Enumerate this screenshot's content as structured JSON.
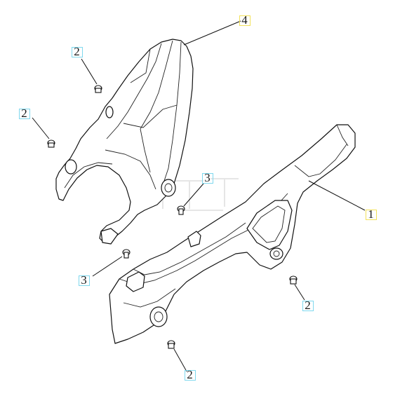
{
  "diagram": {
    "colors": {
      "line": "#111111",
      "callout_box_cyan": "#7fd8ee",
      "callout_box_yellow": "#f2e15a",
      "background": "#ffffff"
    },
    "callouts": [
      {
        "id": "c4",
        "label": "4",
        "box": "yellow"
      },
      {
        "id": "c1",
        "label": "1",
        "box": "yellow"
      },
      {
        "id": "c2a",
        "label": "2",
        "box": "cyan"
      },
      {
        "id": "c2b",
        "label": "2",
        "box": "cyan"
      },
      {
        "id": "c3a",
        "label": "3",
        "box": "cyan"
      },
      {
        "id": "c3b",
        "label": "3",
        "box": "cyan"
      },
      {
        "id": "c2c",
        "label": "2",
        "box": "cyan"
      },
      {
        "id": "c2d",
        "label": "2",
        "box": "cyan"
      }
    ]
  }
}
